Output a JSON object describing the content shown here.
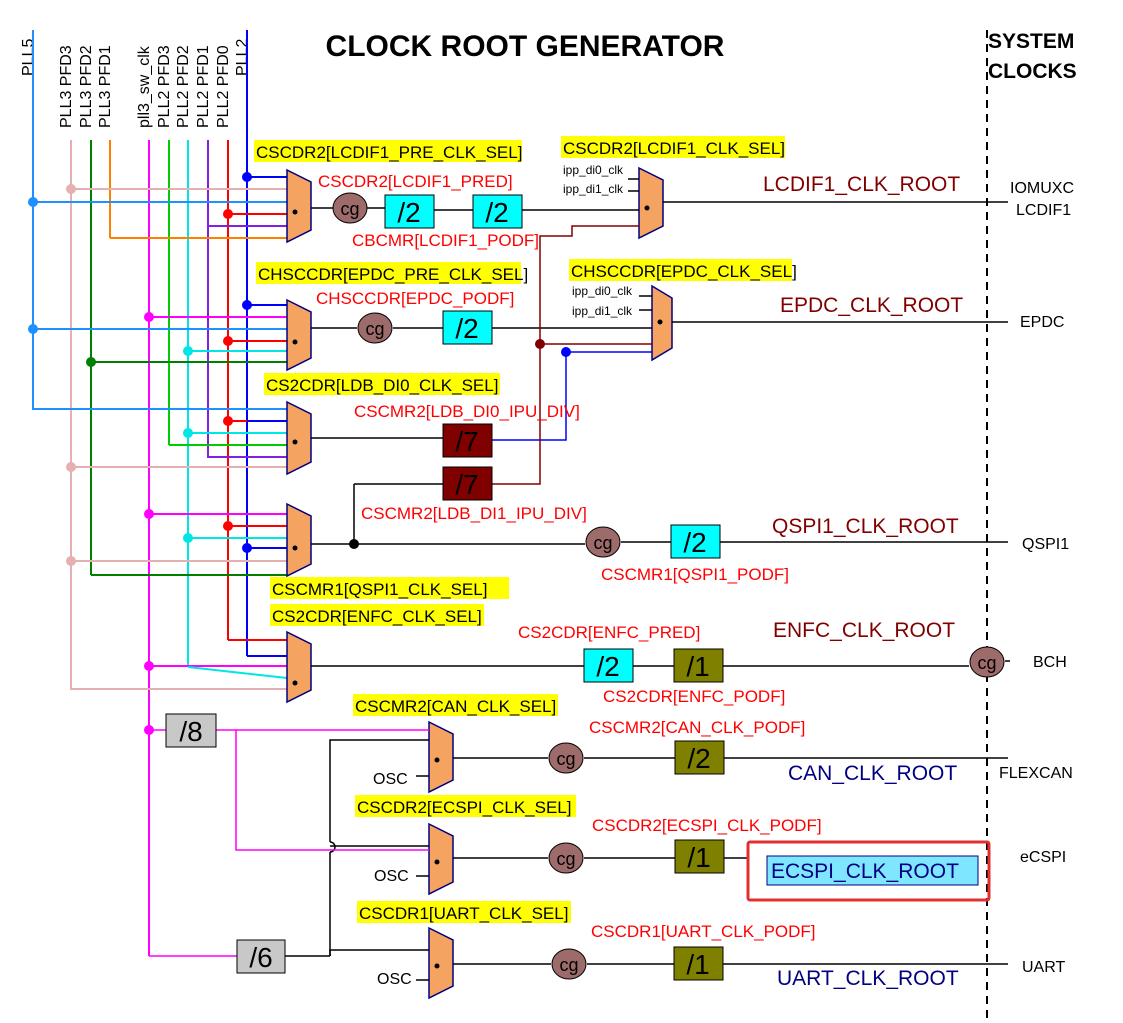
{
  "title": "CLOCK ROOT GENERATOR",
  "system_clocks": [
    "SYSTEM",
    "CLOCKS"
  ],
  "sources": [
    "PLL5",
    "PLL3 PFD3",
    "PLL3 PFD2",
    "PLL3 PFD1",
    "pll3_sw_clk",
    "PLL2 PFD3",
    "PLL2 PFD2",
    "PLL2 PFD1",
    "PLL2 PFD0",
    "PLL2"
  ],
  "selectors": [
    "CSCDR2[LCDIF1_PRE_CLK_SEL]",
    "CSCDR2[LCDIF1_CLK_SEL]",
    "CHSCCDR[EPDC_PRE_CLK_SEL]",
    "CHSCCDR[EPDC_CLK_SEL]",
    "CS2CDR[LDB_DI0_CLK_SEL]",
    "CSCMR1[QSPI1_CLK_SEL]",
    "CS2CDR[ENFC_CLK_SEL]",
    "CSCMR2[CAN_CLK_SEL]",
    "CSCDR2[ECSPI_CLK_SEL]",
    "CSCDR1[UART_CLK_SEL]"
  ],
  "divider_regs": [
    "CSCDR2[LCDIF1_PRED]",
    "CBCMR[LCDIF1_PODF]",
    "CHSCCDR[EPDC_PODF]",
    "CSCMR2[LDB_DI0_IPU_DIV]",
    "CSCMR2[LDB_DI1_IPU_DIV]",
    "CSCMR1[QSPI1_PODF]",
    "CS2CDR[ENFC_PRED]",
    "CS2CDR[ENFC_PODF]",
    "CSCMR2[CAN_CLK_PODF]",
    "CSCDR2[ECSPI_CLK_PODF]",
    "CSCDR1[UART_CLK_PODF]"
  ],
  "roots": [
    "LCDIF1_CLK_ROOT",
    "EPDC_CLK_ROOT",
    "QSPI1_CLK_ROOT",
    "ENFC_CLK_ROOT",
    "CAN_CLK_ROOT",
    "ECSPI_CLK_ROOT",
    "UART_CLK_ROOT"
  ],
  "outputs": [
    "IOMUXC",
    "LCDIF1",
    "EPDC",
    "QSPI1",
    "BCH",
    "FLEXCAN",
    "eCSPI",
    "UART"
  ],
  "small_inputs": {
    "ipp_di0": "ipp_di0_clk",
    "ipp_di1": "ipp_di1_clk",
    "osc": "OSC"
  },
  "gate": "cg",
  "div": {
    "d2": "/2",
    "d7": "/7",
    "d1": "/1",
    "d8": "/8",
    "d6": "/6"
  },
  "colors": {
    "pll5": "#1e90ff",
    "pll3pfd3": "#e6b0b0",
    "pll3pfd2": "#008000",
    "pll3pfd1": "#ff8000",
    "pll3sw": "#ff00ff",
    "pll2pfd3": "#00cc00",
    "pll2pfd2": "#00e5e5",
    "pll2pfd1": "#8020e0",
    "pll2pfd0": "#ff0000",
    "pll2": "#0000ff",
    "mux": "#f4a460",
    "div_cyan": "#00ffff",
    "div_maroon": "#800000",
    "div_olive": "#808000",
    "div_gray": "#c8c8c8",
    "highlight": "#ffff00",
    "reg_red": "#ff0000",
    "root_maroon": "#800000",
    "root_navy": "#000080",
    "box_red": "#e03030"
  }
}
